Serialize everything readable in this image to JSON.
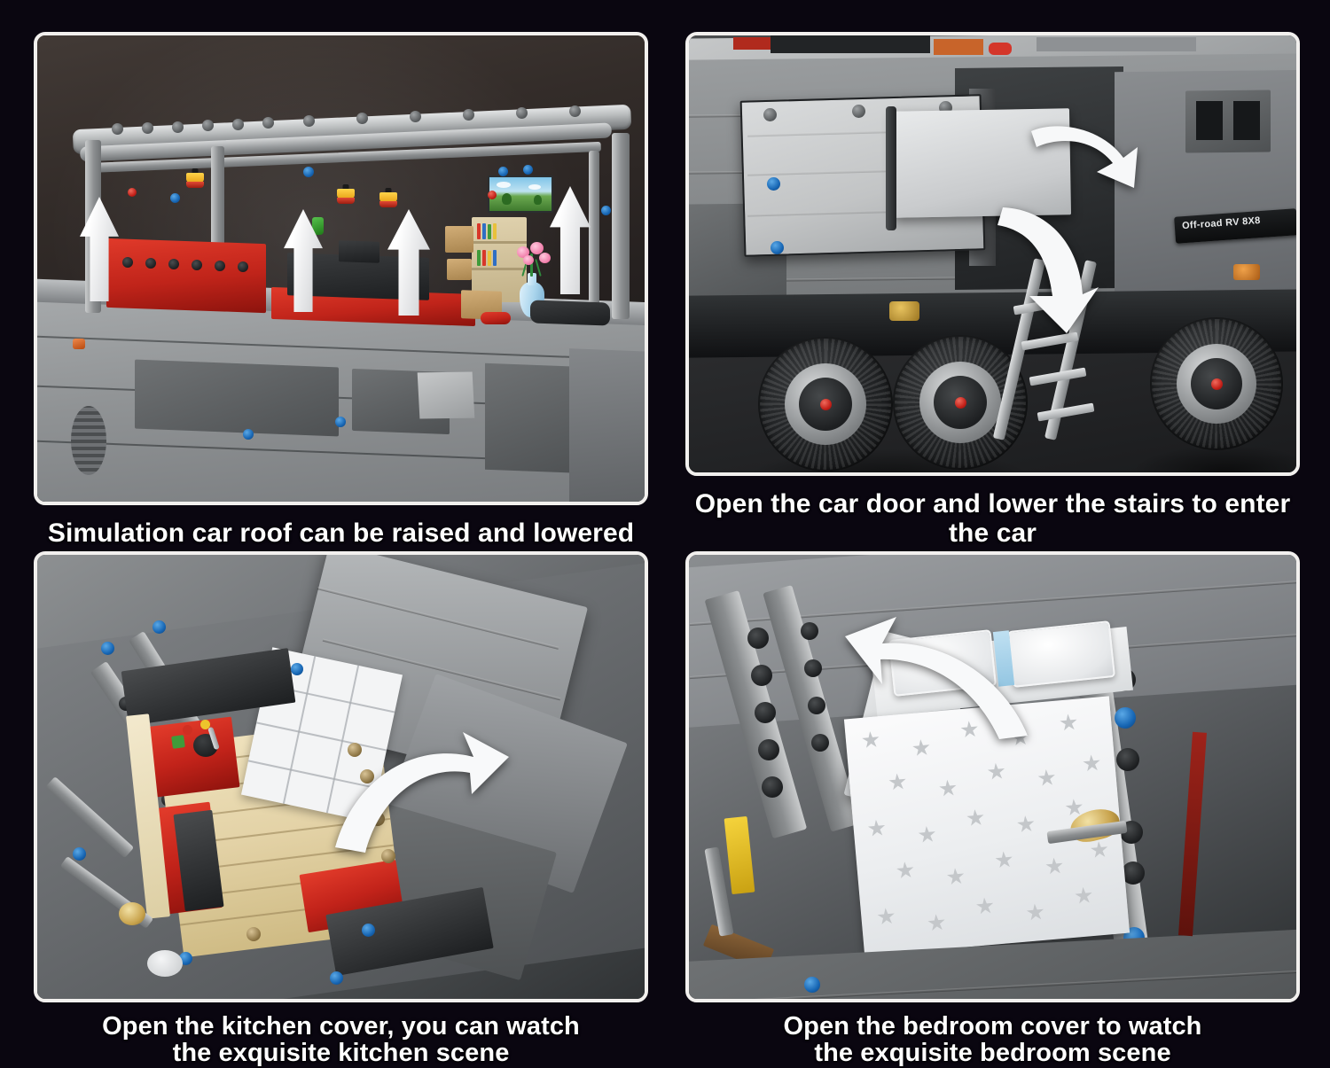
{
  "page": {
    "background_color": "#0a0610",
    "panel_border_color": "#f2f0ee",
    "caption_color": "#ffffff",
    "product_name": "Off-road RV 8X8"
  },
  "panels": [
    {
      "id": "roof",
      "position": "top-left",
      "caption_line1": "Simulation car roof can be raised and lowered",
      "caption_line2": "",
      "scene": {
        "description": "Side cutaway of RV with pop-up roof raised, interior visible",
        "arrows": [
          {
            "type": "straight-up",
            "label": "roof-lift-arrow-1"
          },
          {
            "type": "straight-up",
            "label": "roof-lift-arrow-2"
          },
          {
            "type": "straight-up",
            "label": "roof-lift-arrow-3"
          },
          {
            "type": "straight-up",
            "label": "roof-lift-arrow-4"
          }
        ],
        "interior_items": [
          "red kitchen counter",
          "black stove",
          "bookshelf with colored books",
          "wall-mounted TV",
          "pink flowers in blue vase",
          "tan storage boxes",
          "hanging ceiling lamps"
        ],
        "accent_colors": {
          "furniture_red": "#c2231a",
          "lamp_yellow": "#e8a519",
          "vase_blue": "#a9d4ec",
          "flower_pink": "#f07aa8",
          "pin_blue": "#1766b4"
        }
      }
    },
    {
      "id": "door-stairs",
      "position": "top-right",
      "caption_line1": "Open the car door and lower the stairs to enter the car",
      "caption_line2": "",
      "scene": {
        "description": "Rear side of RV with entry door swung open and folding stairs lowered",
        "badge_text": "Off-road RV 8X8",
        "arrows": [
          {
            "type": "curved-right",
            "label": "door-swing-arrow"
          },
          {
            "type": "curved-down",
            "label": "stairs-lower-arrow"
          }
        ],
        "wheel_count": 3,
        "accent_colors": {
          "body_gray": "#86898b",
          "tire_black": "#232527",
          "rim_silver": "#8f9294",
          "pin_blue": "#1766b4",
          "hub_red": "#c21f18"
        }
      }
    },
    {
      "id": "kitchen",
      "position": "bottom-left",
      "caption_line1": "Open the kitchen cover, you can watch",
      "caption_line2": "the exquisite kitchen scene",
      "scene": {
        "description": "Top-down view of RV with kitchen roof cover hinged open revealing kitchen",
        "arrows": [
          {
            "type": "curved-up-right",
            "label": "kitchen-cover-open-arrow"
          }
        ],
        "interior_items": [
          "red kitchen cabinets",
          "tan wood plank floor",
          "white tiled wall",
          "sink with faucet",
          "black appliances",
          "green and yellow utensil tiles"
        ],
        "accent_colors": {
          "cabinet_red": "#c2231a",
          "floor_tan": "#e3d2a6",
          "tile_white": "#f3f4f5"
        }
      }
    },
    {
      "id": "bedroom",
      "position": "bottom-right",
      "caption_line1": "Open the bedroom cover to watch",
      "caption_line2": "the exquisite bedroom scene",
      "scene": {
        "description": "Top-down view of RV with bedroom roof cover hinged open revealing double bed",
        "arrows": [
          {
            "type": "curved-up-left",
            "label": "bedroom-cover-open-arrow"
          }
        ],
        "interior_items": [
          "double bed with star-pattern duvet",
          "two white pillows",
          "white headboard",
          "gold decorative fan piece",
          "yellow accessory brick"
        ],
        "accent_colors": {
          "duvet_white": "#eceef0",
          "star_gray": "#c4c7ca",
          "gold": "#c9a44e",
          "accent_blue": "#94c6e2"
        }
      }
    }
  ]
}
